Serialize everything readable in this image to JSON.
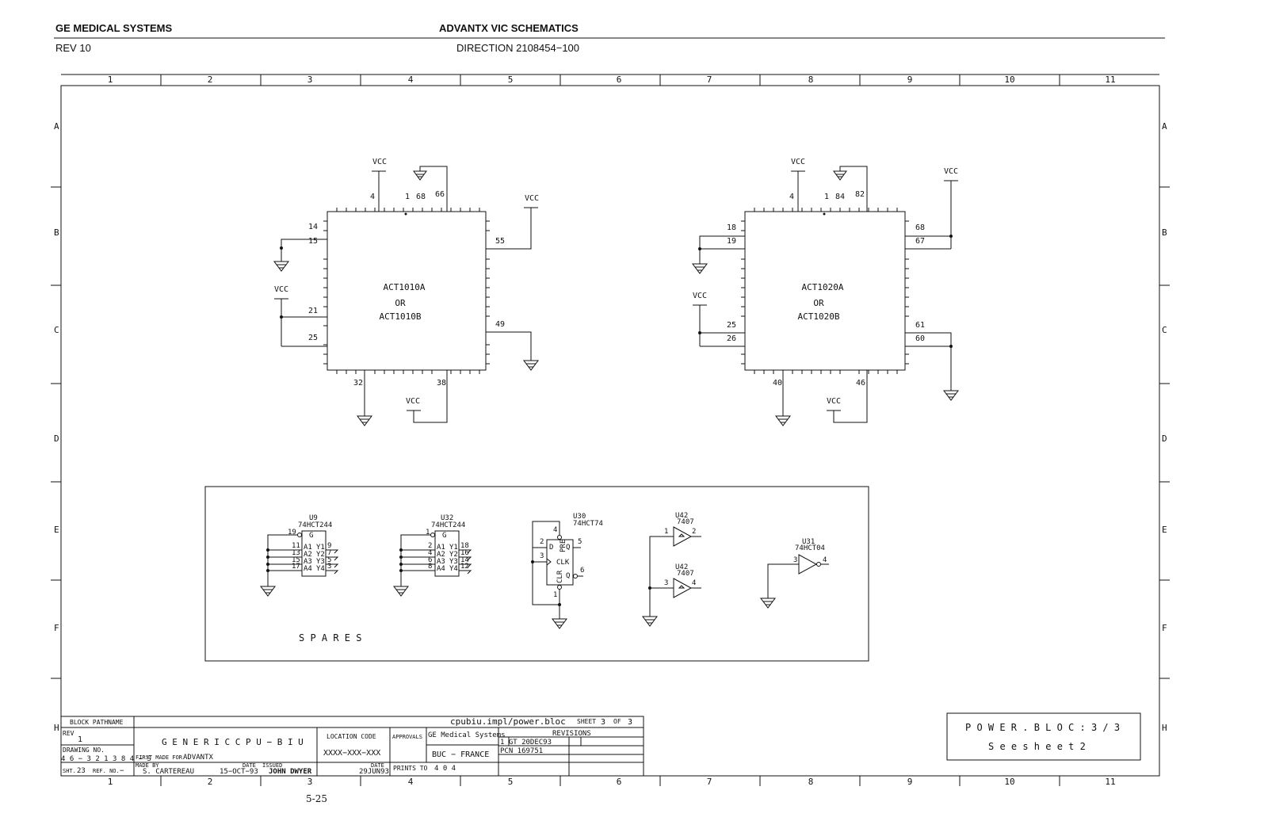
{
  "header": {
    "company": "GE MEDICAL SYSTEMS",
    "title": "ADVANTX VIC SCHEMATICS",
    "rev": "REV 10",
    "direction": "DIRECTION 2108454−100"
  },
  "frame": {
    "cols": [
      "1",
      "2",
      "3",
      "4",
      "5",
      "6",
      "7",
      "8",
      "9",
      "10",
      "11"
    ],
    "rows": [
      "A",
      "B",
      "C",
      "D",
      "E",
      "F",
      "H"
    ]
  },
  "vcc_label": "VCC",
  "chip1": {
    "name1": "ACT1010A",
    "name2": "OR",
    "name3": "ACT1010B",
    "pins": {
      "p4": "4",
      "p1": "1",
      "p68": "68",
      "p66": "66",
      "p14": "14",
      "p15": "15",
      "p21": "21",
      "p25": "25",
      "p55": "55",
      "p49": "49",
      "p32": "32",
      "p38": "38"
    }
  },
  "chip2": {
    "name1": "ACT1020A",
    "name2": "OR",
    "name3": "ACT1020B",
    "pins": {
      "p4": "4",
      "p1": "1",
      "p84": "84",
      "p82": "82",
      "p18": "18",
      "p19": "19",
      "p25": "25",
      "p26": "26",
      "p68": "68",
      "p67": "67",
      "p61": "61",
      "p60": "60",
      "p40": "40",
      "p46": "46"
    }
  },
  "spares": {
    "label": "S P A R E S",
    "u9": {
      "ref": "U9",
      "part": "74HCT244",
      "pin_g": "19",
      "g": "G",
      "in_pins": [
        "11",
        "13",
        "15",
        "17"
      ],
      "out_pins": [
        "9",
        "7",
        "5",
        "3"
      ],
      "a": [
        "A1",
        "A2",
        "A3",
        "A4"
      ],
      "y": [
        "Y1",
        "Y2",
        "Y3",
        "Y4"
      ]
    },
    "u32": {
      "ref": "U32",
      "part": "74HCT244",
      "pin_g": "1",
      "g": "G",
      "in_pins": [
        "2",
        "4",
        "6",
        "8"
      ],
      "out_pins": [
        "18",
        "16",
        "14",
        "12"
      ],
      "a": [
        "A1",
        "A2",
        "A3",
        "A4"
      ],
      "y": [
        "Y1",
        "Y2",
        "Y3",
        "Y4"
      ]
    },
    "u30": {
      "ref": "U30",
      "part": "74HCT74",
      "d": "D",
      "pre": "PRE",
      "q": "Q",
      "clk": "CLK",
      "clr": "CLR",
      "qbar": "Q",
      "p2": "2",
      "p3": "3",
      "p4": "4",
      "p5": "5",
      "p6": "6",
      "p1": "1"
    },
    "u42a": {
      "ref": "U42",
      "part": "7407",
      "pin_in": "1",
      "pin_out": "2"
    },
    "u42b": {
      "ref": "U42",
      "part": "7407",
      "pin_in": "3",
      "pin_out": "4"
    },
    "u31": {
      "ref": "U31",
      "part": "74HCT04",
      "pin_in": "3",
      "pin_out": "4"
    }
  },
  "title_block": {
    "block_pathname_label": "BLOCK PATHNAME",
    "path": "cpubiu.impl/power.bloc",
    "sheet_label": "SHEET",
    "sheet": "3",
    "of_label": "OF",
    "of": "3",
    "rev_label": "REV",
    "rev": "1",
    "name": "G E N E R I C   C P U − B I U",
    "location_code_label": "LOCATION CODE",
    "location_code": "XXXX−XXX−XXX",
    "approvals_label": "APPROVALS",
    "company": "GE Medical Systems",
    "site": "BUC − FRANCE",
    "revisions_label": "REVISIONS",
    "rev_row1": "1 GT 20DEC93",
    "rev_row2": "PCN 169751",
    "drawing_no_label": "DRAWING NO.",
    "drawing_no": "4 6 − 3 2 1 3 8 4 − S",
    "first_made_label": "FIRST MADE FOR",
    "first_made": "ADVANTX",
    "made_by_label": "MADE BY",
    "made_by": "S. CARTEREAU",
    "date_label": "DATE",
    "made_date": "15−OCT−93",
    "issued_label": "ISSUED",
    "issued_by": "JOHN DWYER",
    "issued_date": "29JUN93",
    "prints_to_label": "PRINTS TO",
    "prints_to": "4 0 4",
    "sht_label": "SHT.",
    "sht": "23",
    "ref_label": "REF. NO.",
    "ref": "−"
  },
  "power_box": {
    "line1": "P O W E R . B L O C   :   3 / 3",
    "line2": "S e e   s h e e t   2"
  },
  "page_number": "5-25"
}
